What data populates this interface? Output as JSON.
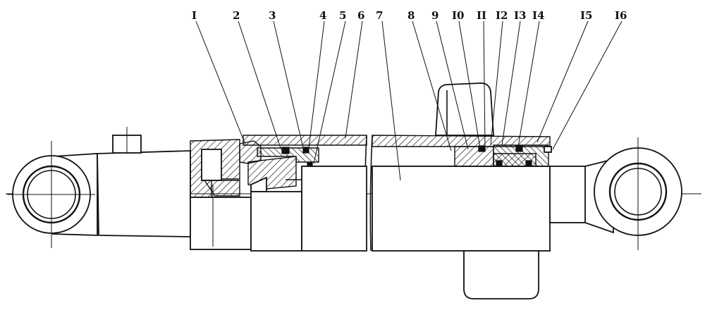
{
  "diagram": {
    "callouts": [
      {
        "id": "c1",
        "label": "I"
      },
      {
        "id": "c2",
        "label": "2"
      },
      {
        "id": "c3",
        "label": "3"
      },
      {
        "id": "c4",
        "label": "4"
      },
      {
        "id": "c5",
        "label": "5"
      },
      {
        "id": "c6",
        "label": "6"
      },
      {
        "id": "c7",
        "label": "7"
      },
      {
        "id": "c8",
        "label": "8"
      },
      {
        "id": "c9",
        "label": "9"
      },
      {
        "id": "c10",
        "label": "I0"
      },
      {
        "id": "c11",
        "label": "II"
      },
      {
        "id": "c12",
        "label": "I2"
      },
      {
        "id": "c13",
        "label": "I3"
      },
      {
        "id": "c14",
        "label": "I4"
      },
      {
        "id": "c15",
        "label": "I5"
      },
      {
        "id": "c16",
        "label": "I6"
      }
    ]
  }
}
